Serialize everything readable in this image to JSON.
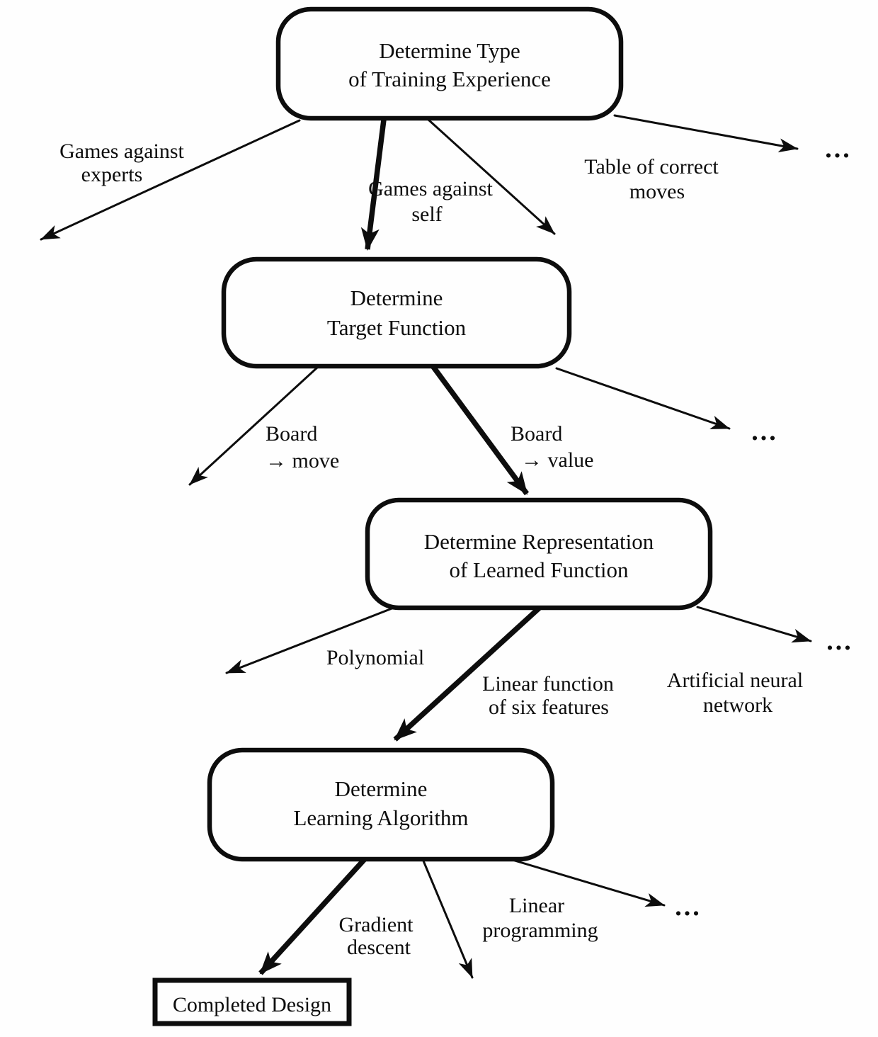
{
  "diagram": {
    "nodes": {
      "training_experience": {
        "line1": "Determine Type",
        "line2": "of Training Experience"
      },
      "target_function": {
        "line1": "Determine",
        "line2": "Target Function"
      },
      "representation": {
        "line1": "Determine Representation",
        "line2": "of Learned Function"
      },
      "learning_algorithm": {
        "line1": "Determine",
        "line2": "Learning Algorithm"
      },
      "completed_design": {
        "label": "Completed Design"
      }
    },
    "edge_labels": {
      "games_against_experts": {
        "line1": "Games against",
        "line2": "experts"
      },
      "games_against_self": {
        "line1": "Games against",
        "line2": "self"
      },
      "table_of_correct_moves": {
        "line1": "Table of correct",
        "line2": "moves"
      },
      "board_move": {
        "line1": "Board",
        "line2": "→ move"
      },
      "board_value": {
        "line1": "Board",
        "line2": "→ value"
      },
      "polynomial": {
        "line1": "Polynomial"
      },
      "linear_function_six_features": {
        "line1": "Linear function",
        "line2": "of six features"
      },
      "artificial_neural_network": {
        "line1": "Artificial neural",
        "line2": "network"
      },
      "gradient_descent": {
        "line1": "Gradient",
        "line2": "descent"
      },
      "linear_programming": {
        "line1": "Linear",
        "line2": "programming"
      },
      "ellipsis": "..."
    },
    "colors": {
      "ink": "#0d0d0d",
      "background": "#fefefe"
    }
  }
}
